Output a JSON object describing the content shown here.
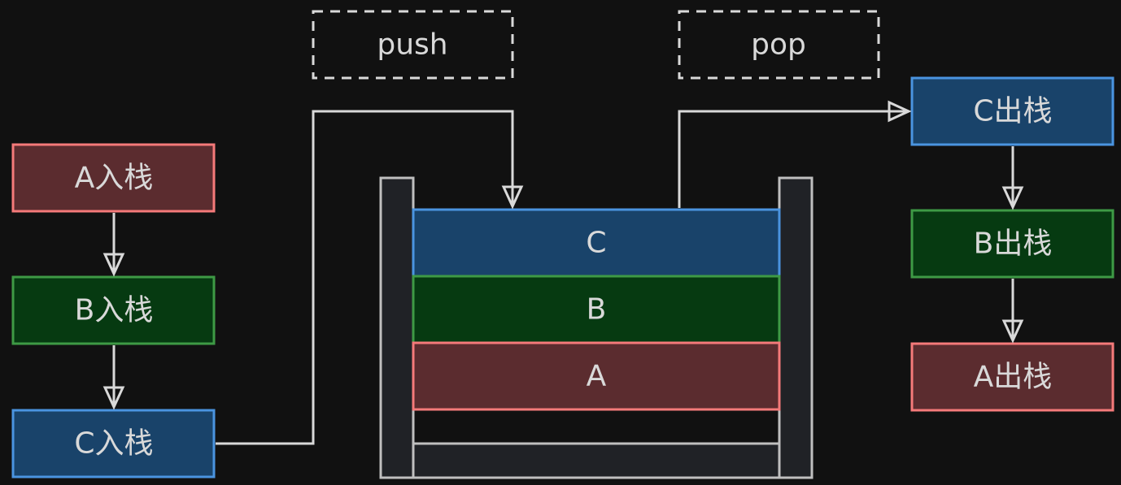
{
  "colors": {
    "background": "#111111",
    "red_fill": "#5b2c2f",
    "red_stroke": "#f57a7a",
    "green_fill": "#063a11",
    "green_stroke": "#3e9a45",
    "blue_fill": "#19436a",
    "blue_stroke": "#4a94e0",
    "line": "#d9d9d9",
    "stack_wall": "#202226"
  },
  "operations": {
    "push": "push",
    "pop": "pop"
  },
  "push_sequence": [
    "A入栈",
    "B入栈",
    "C入栈"
  ],
  "stack_items": [
    "C",
    "B",
    "A"
  ],
  "pop_sequence": [
    "C出栈",
    "B出栈",
    "A出栈"
  ]
}
